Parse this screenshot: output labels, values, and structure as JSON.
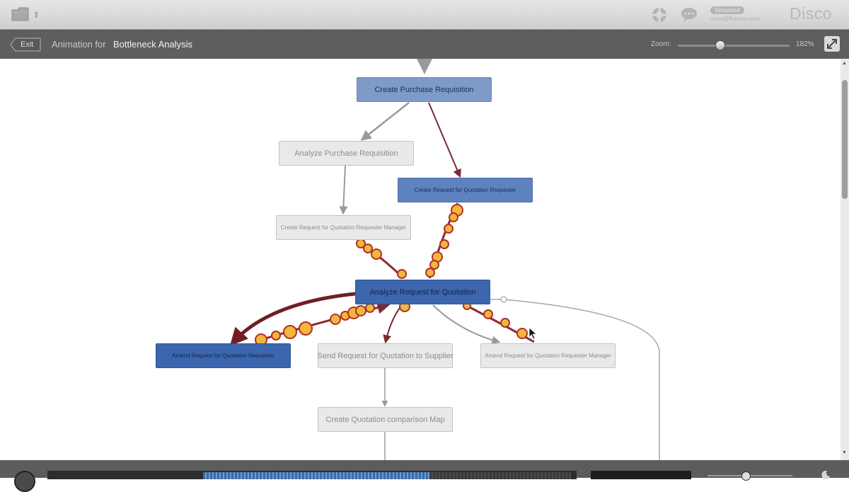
{
  "app": {
    "brand": "Disco",
    "user_badge": "Simulated",
    "user_email": "anne@fluxicon.com"
  },
  "toolbar": {
    "exit_label": "Exit",
    "animation_prefix": "Animation for",
    "animation_name": "Bottleneck Analysis",
    "zoom_label": "Zoom:",
    "zoom_value": "182%",
    "zoom_fraction": 0.38
  },
  "process_map": {
    "nodes": [
      {
        "id": "create-purchase-requisition",
        "label": "Create Purchase Requisition",
        "shade": "light"
      },
      {
        "id": "analyze-purchase-requisition",
        "label": "Analyze Purchase Requisition",
        "shade": "gray"
      },
      {
        "id": "create-rfq-requester",
        "label": "Create Request for Quotation Requester",
        "shade": "mid"
      },
      {
        "id": "create-rfq-requester-manager",
        "label": "Create Request for Quotation Requester Manager",
        "shade": "gray"
      },
      {
        "id": "analyze-rfq",
        "label": "Analyze Request for Quotation",
        "shade": "dark"
      },
      {
        "id": "amend-rfq-requester",
        "label": "Amend Request for Quotation Requester",
        "shade": "dark"
      },
      {
        "id": "send-rfq-supplier",
        "label": "Send Request for Quotation to Supplier",
        "shade": "gray"
      },
      {
        "id": "amend-rfq-requester-manager",
        "label": "Amend Request for Quotation Requester Manager",
        "shade": "gray"
      },
      {
        "id": "create-quotation-comparison-map",
        "label": "Create Quotation comparison Map",
        "shade": "gray"
      }
    ],
    "colors": {
      "light_node": "#7d9ac8",
      "mid_node": "#5e82bd",
      "dark_node": "#3c66ae",
      "gray_node": "#e9e9e9",
      "busy_edge": "#7a2b30",
      "idle_edge": "#9a9a9a",
      "token_fill": "#f0b73c",
      "token_stroke": "#b0302a"
    }
  },
  "icons": {
    "folder": "folder-icon",
    "help": "lifebuoy-icon",
    "chat": "speech-bubble-icon",
    "fullscreen": "expand-icon",
    "play": "play-icon",
    "night": "moon-icon"
  }
}
